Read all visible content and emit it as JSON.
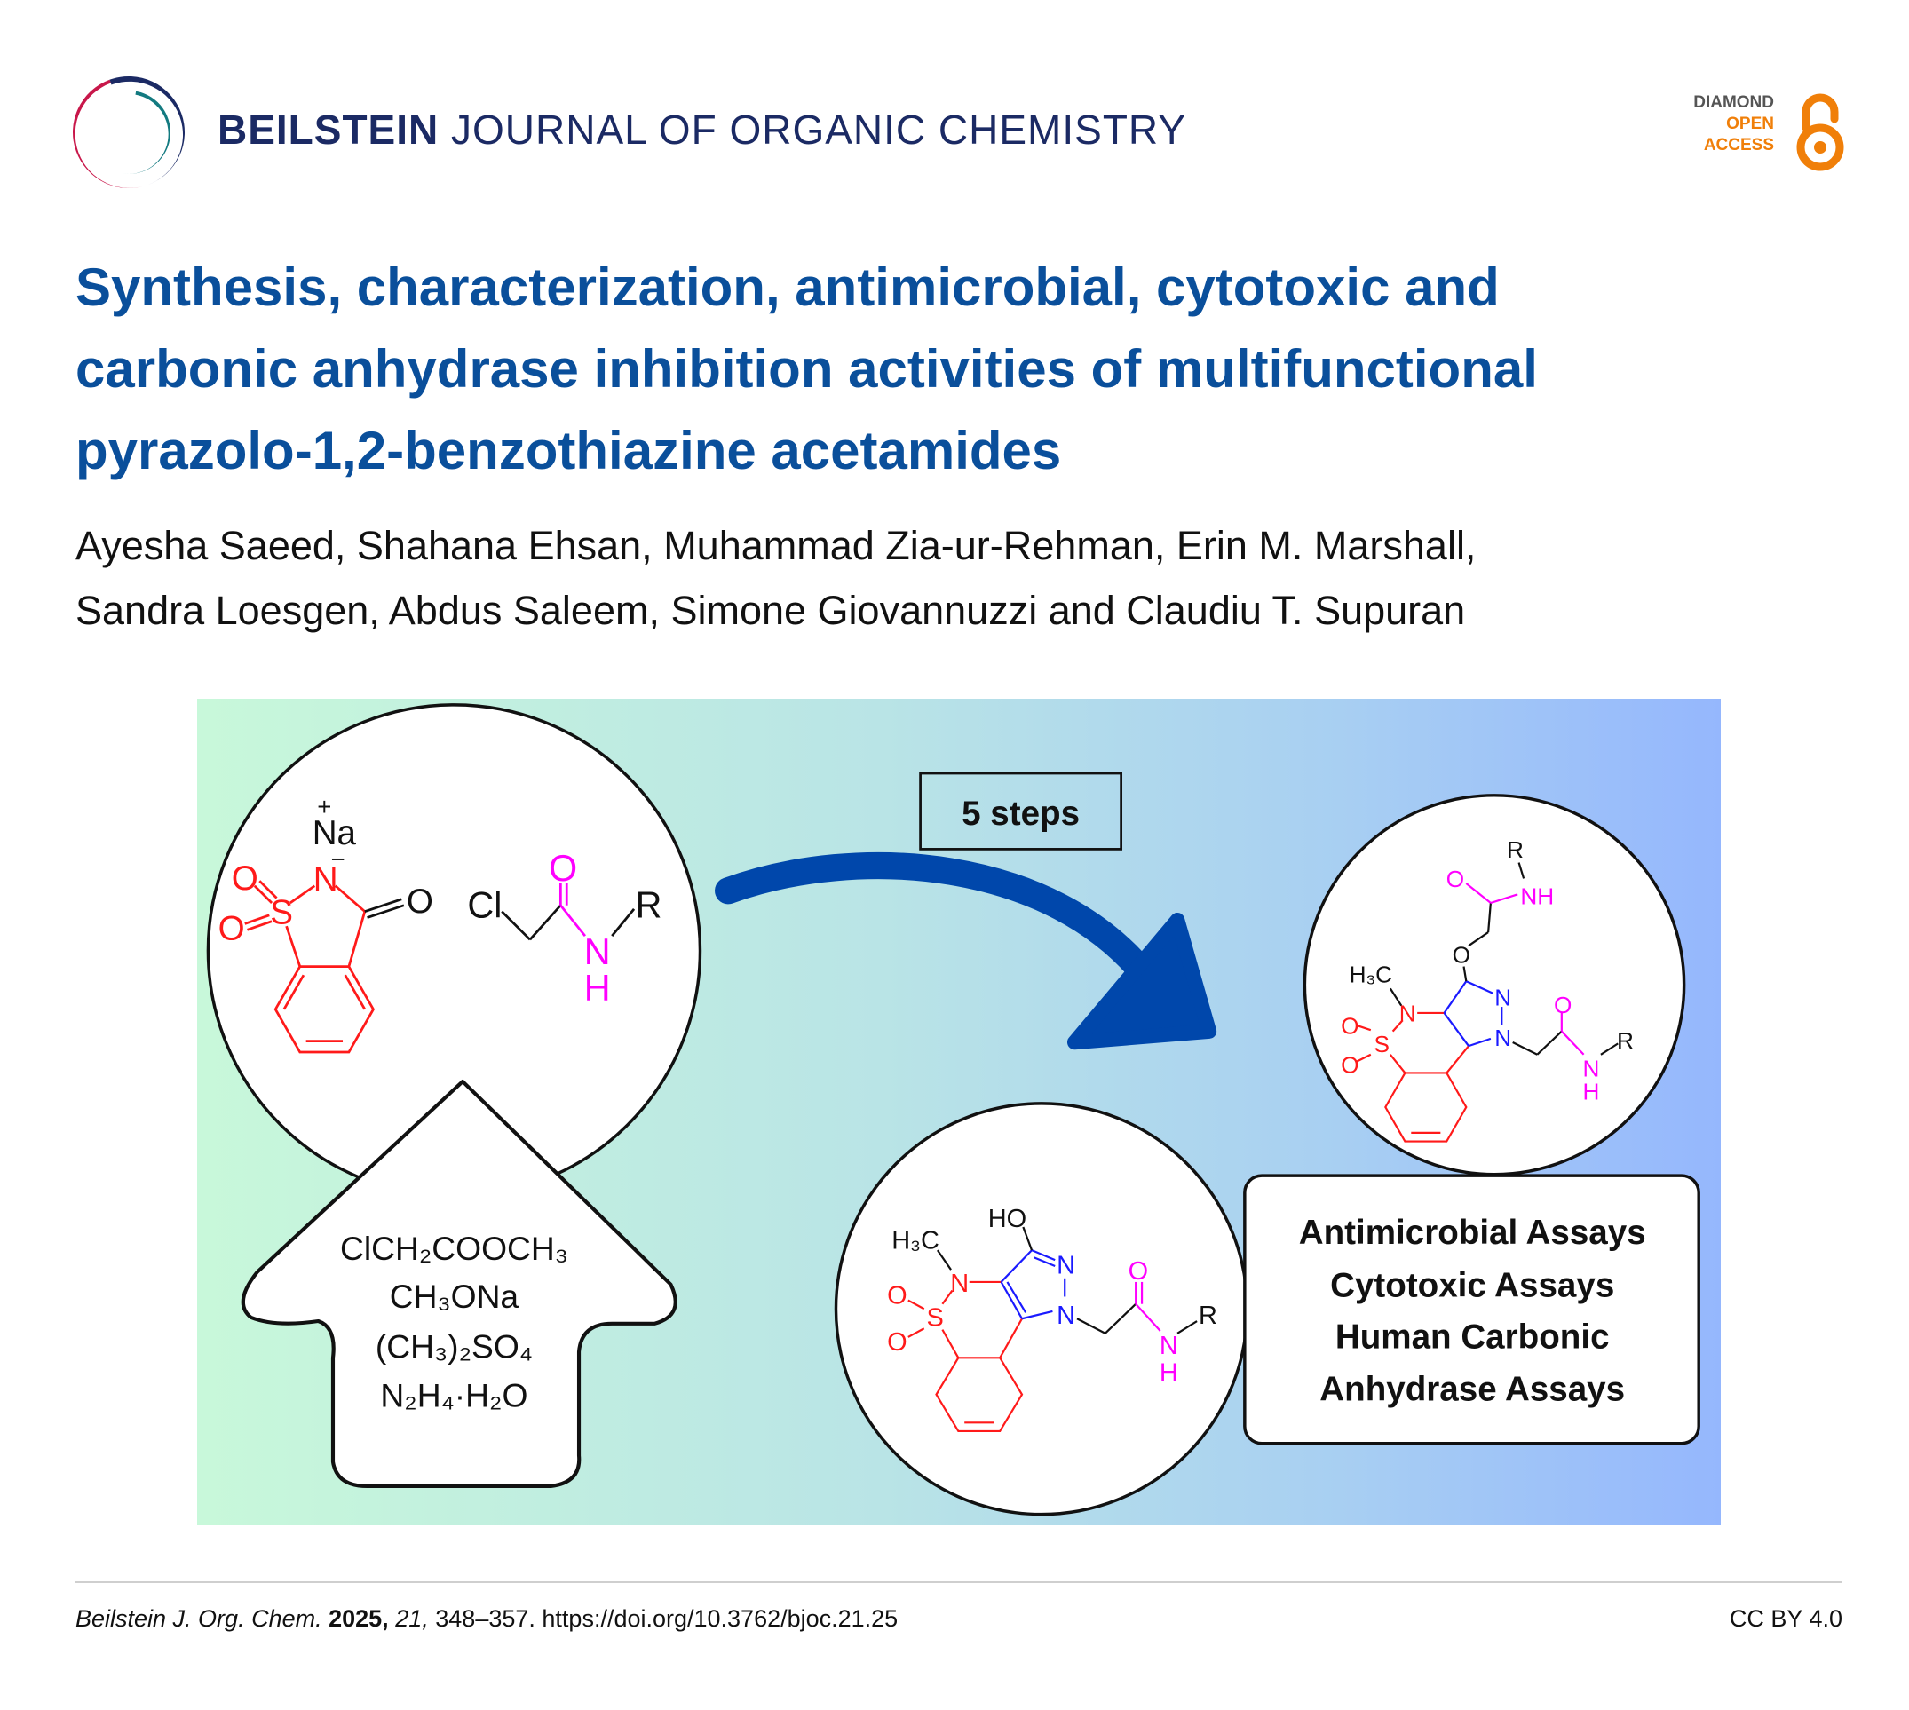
{
  "header": {
    "journal_bold": "BEILSTEIN",
    "journal_rest": "JOURNAL OF ORGANIC CHEMISTRY",
    "badge": {
      "line1": "DIAMOND",
      "line2": "OPEN",
      "line3": "ACCESS"
    },
    "colors": {
      "navy": "#1b2a64",
      "crimson": "#c8174a",
      "teal": "#137a80",
      "orange": "#f07f09"
    }
  },
  "article": {
    "title_lines": [
      "Synthesis, characterization, antimicrobial, cytotoxic and",
      "carbonic anhydrase inhibition activities of multifunctional",
      "pyrazolo-1,2-benzothiazine acetamides"
    ],
    "author_lines": [
      "Ayesha Saeed, Shahana Ehsan, Muhammad Zia-ur-Rehman, Erin M. Marshall,",
      "Sandra Loesgen, Abdus Saleem, Simone Giovannuzzi and Claudiu T. Supuran"
    ],
    "title_color": "#0a4f9b"
  },
  "graphic": {
    "atoms": {
      "O": "O",
      "N": "N",
      "S": "S",
      "H": "H",
      "R": "R",
      "Cl": "Cl",
      "Na": "Na",
      "NH": "NH",
      "HO": "HO",
      "H3C": "H₃C",
      "plus": "+",
      "minus": "−"
    },
    "reagents": [
      "ClCH₂COOCH₃",
      "CH₃ONa",
      "(CH₃)₂SO₄",
      "N₂H₄·H₂O"
    ],
    "steps_label": "5 steps",
    "assays": [
      "Antimicrobial Assays",
      "Cytotoxic Assays",
      "Human Carbonic",
      "Anhydrase Assays"
    ],
    "colors": {
      "saccharin": "#ff1a1a",
      "amide": "#ff00ff",
      "pyrazole": "#1a1aff",
      "arrow": "#0047ab"
    }
  },
  "footer": {
    "journal": "Beilstein J. Org. Chem.",
    "year": "2025,",
    "volume": "21,",
    "pages": "348–357.",
    "doi": "https://doi.org/10.3762/bjoc.21.25",
    "license": "CC BY 4.0"
  }
}
